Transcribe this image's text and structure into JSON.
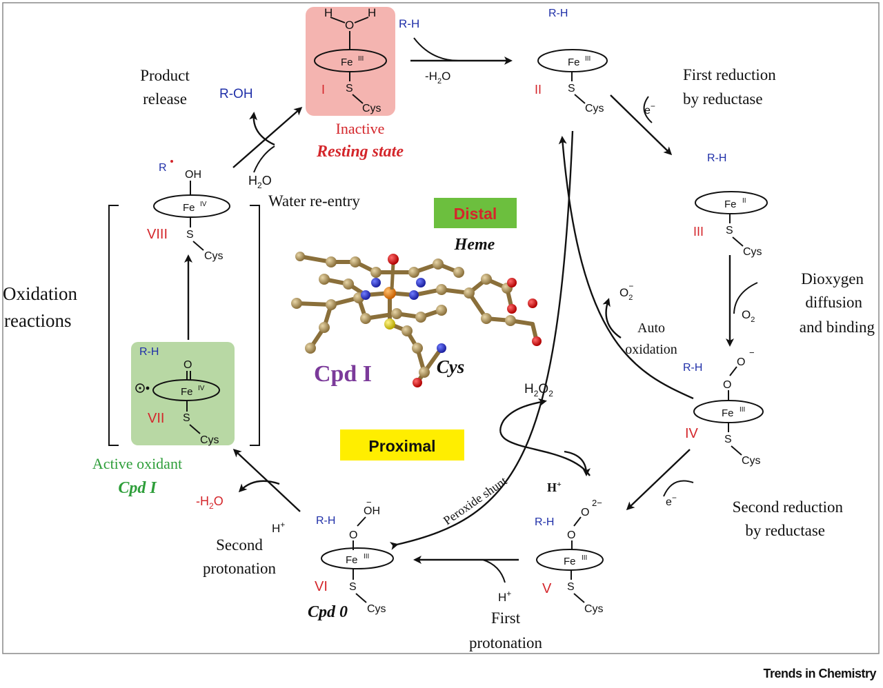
{
  "states": {
    "s1": {
      "numeral": "I",
      "fe": "Fe",
      "ox": "III",
      "top_h1": "H",
      "top_h2": "H",
      "top_o": "O",
      "s": "S",
      "cys": "Cys",
      "label1": "Inactive",
      "label2": "Resting state"
    },
    "s2": {
      "numeral": "II",
      "fe": "Fe",
      "ox": "III",
      "rh": "R-H",
      "s": "S",
      "cys": "Cys"
    },
    "s3": {
      "numeral": "III",
      "fe": "Fe",
      "ox": "II",
      "rh": "R-H",
      "s": "S",
      "cys": "Cys"
    },
    "s4": {
      "numeral": "IV",
      "fe": "Fe",
      "ox": "III",
      "rh": "R-H",
      "o1": "O",
      "o2": "O",
      "charge": "−",
      "s": "S",
      "cys": "Cys"
    },
    "s5": {
      "numeral": "V",
      "fe": "Fe",
      "ox": "III",
      "rh": "R-H",
      "o1": "O",
      "o2": "O",
      "charge": "2−",
      "s": "S",
      "cys": "Cys"
    },
    "s6": {
      "numeral": "VI",
      "fe": "Fe",
      "ox": "III",
      "rh": "R-H",
      "o1": "O",
      "oh": "OH",
      "charge": "−",
      "s": "S",
      "cys": "Cys",
      "label": "Cpd 0"
    },
    "s7": {
      "numeral": "VII",
      "fe": "Fe",
      "ox": "IV",
      "rh": "R-H",
      "o": "O",
      "s": "S",
      "cys": "Cys",
      "label1": "Active oxidant",
      "label2": "Cpd I"
    },
    "s8": {
      "numeral": "VIII",
      "fe": "Fe",
      "ox": "IV",
      "r": "R",
      "oh": "OH",
      "s": "S",
      "cys": "Cys"
    }
  },
  "steps": {
    "rh_in": "R-H",
    "water_loss": "-H",
    "water_loss_sub": "2",
    "water_loss_o": "O",
    "first_reduction_1": "First   reduction",
    "first_reduction_2": "by reductase",
    "e1": "e",
    "e1_charge": "−",
    "dioxygen_1": "Dioxygen",
    "dioxygen_2": "diffusion",
    "dioxygen_3": "and binding",
    "o2": "O",
    "o2_sub": "2",
    "auto_1": "Auto",
    "auto_2": "oxidation",
    "superoxide": "O",
    "superoxide_sub": "2",
    "superoxide_charge": "−",
    "second_reduction_1": "Second reduction",
    "second_reduction_2": "by reductase",
    "e2": "e",
    "e2_charge": "−",
    "first_protonation_1": "First",
    "first_protonation_2": "protonation",
    "h_plus_1": "H",
    "plus": "+",
    "h2o2": "H",
    "h2o2_sub1": "2",
    "h2o2_o": "O",
    "h2o2_sub2": "2",
    "h_plus_shunt": "H",
    "peroxide_shunt": "Peroxide shunt",
    "second_protonation_1": "Second",
    "second_protonation_2": "protonation",
    "h_plus_2": "H",
    "water_out": "-H",
    "water_out_sub": "2",
    "water_out_o": "O",
    "oxidation_1": "Oxidation",
    "oxidation_2": "reactions",
    "product_1": "Product",
    "product_2": "release",
    "roh": "R-OH",
    "h2o": "H",
    "h2o_sub": "2",
    "h2o_o": "O",
    "water_reentry": "Water re-entry"
  },
  "center": {
    "distal": "Distal",
    "heme": "Heme",
    "cpd": "Cpd I",
    "cys": "Cys",
    "proximal": "Proximal"
  },
  "footer": "Trends in Chemistry",
  "colors": {
    "blue": "#1f2fa8",
    "red": "#d4262b",
    "green": "#2e9e3a",
    "purple": "#7b3a9a",
    "distal_box": "#6cbf3e",
    "proximal_box": "#ffee00",
    "resting_bg": "#f4b4b0",
    "active_bg": "#b8d8a4"
  }
}
